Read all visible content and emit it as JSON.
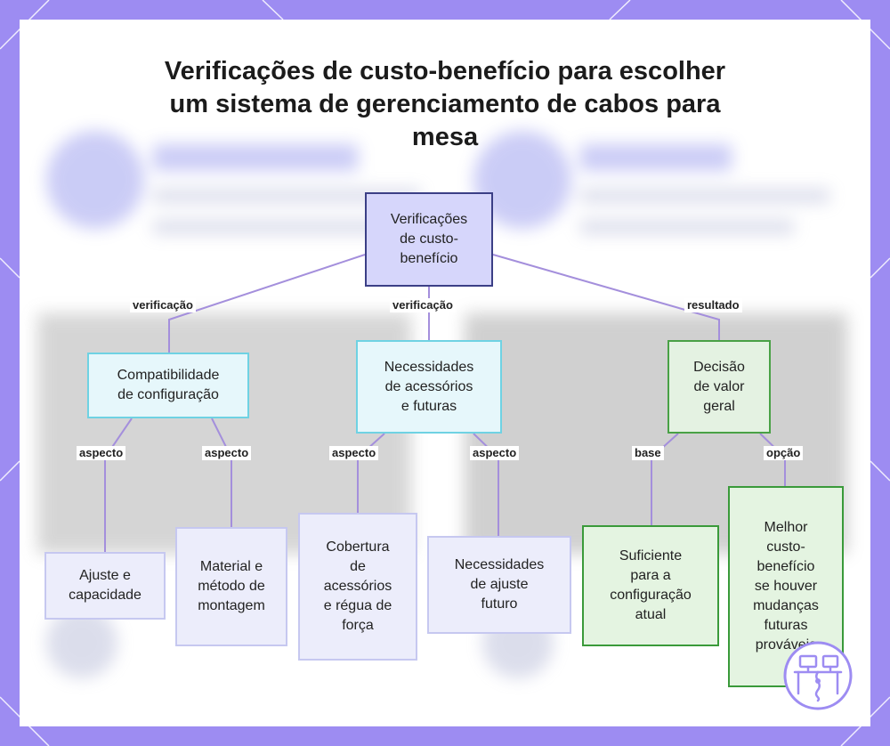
{
  "title": "Verificações de custo-benefício para escolher um sistema de gerenciamento de cabos para mesa",
  "nodes": {
    "root": "Verificações\nde custo-\nbenefício",
    "compat": "Compatibilidade\nde configuração",
    "needs": "Necessidades\nde acessórios\ne futuras",
    "decision": "Decisão\nde valor\ngeral",
    "fit": "Ajuste e\ncapacidade",
    "material": "Material e\nmétodo de\nmontagem",
    "coverage": "Cobertura\nde\nacessórios\ne régua de\nforça",
    "future": "Necessidades\nde ajuste\nfuturo",
    "sufficient": "Suficiente\npara a\nconfiguração\natual",
    "best": "Melhor\ncusto-\nbenefício\nse houver\nmudanças\nfuturas\nprováveis"
  },
  "edge_labels": {
    "root_compat": "verificação",
    "root_needs": "verificação",
    "root_decision": "resultado",
    "compat_fit": "aspecto",
    "compat_material": "aspecto",
    "needs_coverage": "aspecto",
    "needs_future": "aspecto",
    "decision_sufficient": "base",
    "decision_best": "opção"
  },
  "colors": {
    "frame": "#9d8cf2",
    "edge": "#a48fdc",
    "root_fill": "#d6d6fb",
    "check_border": "#6fd2e3",
    "result_border": "#49a146"
  }
}
